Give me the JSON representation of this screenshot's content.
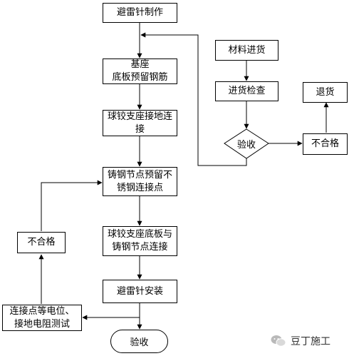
{
  "nodes": {
    "lightning_rod_fabrication": "避雷针制作",
    "base_plate_rebar": "基座\n底板预留钢筋",
    "ball_hinge_grounding": "球铰支座接地连\n接",
    "cast_steel_node_stainless_point": "铸钢节点预留不\n锈钢连接点",
    "ball_hinge_to_cast_steel": "球铰支座底板与\n铸钢节点连接",
    "lightning_rod_install": "避雷针安装",
    "equipotential_test": "连接点等电位、\n接地电阻测试",
    "acceptance_final": "验收",
    "unqualified_left": "不合格",
    "material_arrival": "材料进货",
    "arrival_inspection": "进货检查",
    "acceptance_decision": "验收",
    "unqualified_right": "不合格",
    "return_goods": "退货"
  },
  "watermark": {
    "text": "豆丁施工",
    "icon": "wechat-icon"
  }
}
